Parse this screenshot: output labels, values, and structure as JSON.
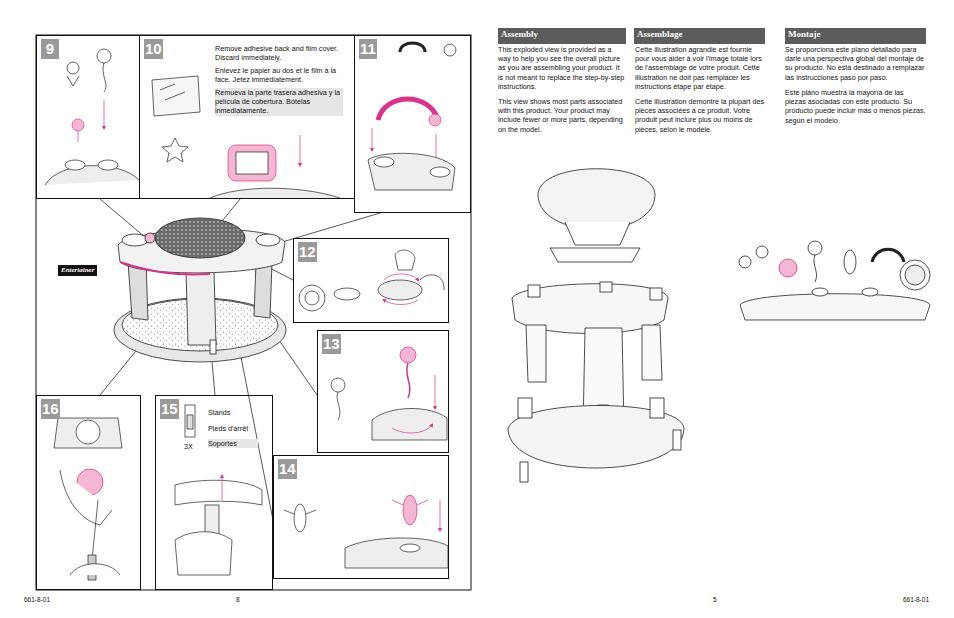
{
  "diagram": {
    "nodes": [
      {
        "text": [
          "9"
        ]
      },
      {
        "text": [
          "10",
          "Remove adhesive back and film cover. Discard immediately.",
          "Enlevez le papier au dos et le film à la face. Jetez immédiatement.",
          "Remueva la parte trasera adhesiva y la película de cobertura. Bótelas inmediatamente."
        ]
      },
      {
        "text": [
          "11"
        ]
      },
      {
        "text": [
          "12"
        ]
      },
      {
        "text": [
          "13"
        ]
      },
      {
        "text": [
          "14"
        ]
      },
      {
        "text": [
          "15",
          "Stands",
          "Pieds d'arrêt",
          "Soportes",
          "3X"
        ]
      },
      {
        "text": [
          "16"
        ]
      },
      {
        "text": [
          "Assembly"
        ]
      },
      {
        "text": [
          "Assemblage"
        ]
      },
      {
        "text": [
          "Montaje"
        ]
      }
    ],
    "labels": [
      "Entertainer",
      "This exploded view is provided as a way to help you see the overall picture as you are assembling your product. It is not meant to replace the step-by-step instructions.",
      "This view shows most parts associated with this product. Your product may include fewer or more parts, depending on the model.",
      "Cette illustration agrandie est fournie pour vous aider à voir l'image totale lors de l'assemblage de votre produit. Cette illustration ne doit pas remplacer les instructions étape par étape.",
      "Cette illustration démontre la plupart des pièces associées à ce produit. Votre produit peut inclure plus ou moins de pièces, selon le modèle.",
      "Se proporciona este plano detallado para darle una perspectiva global del montaje de su producto. No está destinado a remplazar las instrucciones paso por paso.",
      "Este plano muestra la mayoría de las piezas asociadas con este producto. Su producto puede incluir más o menos piezas, según el modelo.",
      "661-8-01",
      "8",
      "5",
      "661-8-01"
    ]
  }
}
